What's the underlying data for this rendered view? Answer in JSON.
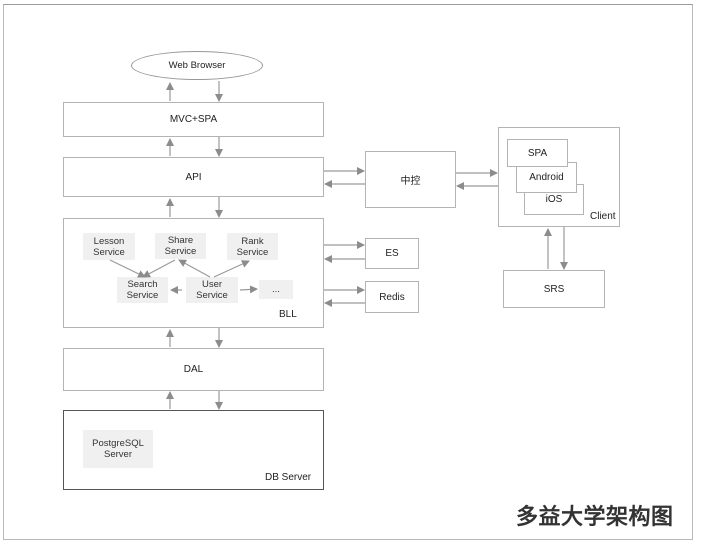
{
  "title": "多益大学架构图",
  "colors": {
    "border": "#b4b4b4",
    "arrow": "#8c8c8c",
    "service_fill": "#f0f0f0",
    "db_border": "#555555"
  },
  "nodes": {
    "web_browser": "Web Browser",
    "mvc_spa": "MVC+SPA",
    "api": "API",
    "bll": "BLL",
    "dal": "DAL",
    "db_server": "DB Server",
    "central_control": "中控",
    "es": "ES",
    "redis": "Redis",
    "client": "Client",
    "srs": "SRS"
  },
  "bll_services": {
    "lesson": "Lesson\nService",
    "share": "Share\nService",
    "rank": "Rank\nService",
    "search": "Search\nService",
    "user": "User\nService",
    "more": "..."
  },
  "db_services": {
    "postgresql": "PostgreSQL\nServer"
  },
  "client_apps": {
    "spa": "SPA",
    "android": "Android",
    "ios": "iOS"
  },
  "edges": [
    {
      "from": "mvc_spa",
      "to": "web_browser"
    },
    {
      "from": "web_browser",
      "to": "mvc_spa"
    },
    {
      "from": "api",
      "to": "mvc_spa"
    },
    {
      "from": "mvc_spa",
      "to": "api"
    },
    {
      "from": "bll",
      "to": "api"
    },
    {
      "from": "api",
      "to": "bll"
    },
    {
      "from": "dal",
      "to": "bll"
    },
    {
      "from": "bll",
      "to": "dal"
    },
    {
      "from": "db_server",
      "to": "dal"
    },
    {
      "from": "dal",
      "to": "db_server"
    },
    {
      "from": "api",
      "to": "central_control"
    },
    {
      "from": "central_control",
      "to": "api"
    },
    {
      "from": "central_control",
      "to": "client"
    },
    {
      "from": "client",
      "to": "central_control"
    },
    {
      "from": "bll",
      "to": "es"
    },
    {
      "from": "es",
      "to": "bll"
    },
    {
      "from": "bll",
      "to": "redis"
    },
    {
      "from": "redis",
      "to": "bll"
    },
    {
      "from": "srs",
      "to": "client"
    },
    {
      "from": "client",
      "to": "srs"
    },
    {
      "from": "lesson",
      "to": "search"
    },
    {
      "from": "share",
      "to": "search"
    },
    {
      "from": "user",
      "to": "share"
    },
    {
      "from": "user",
      "to": "rank"
    },
    {
      "from": "user",
      "to": "search"
    },
    {
      "from": "user",
      "to": "more"
    }
  ]
}
